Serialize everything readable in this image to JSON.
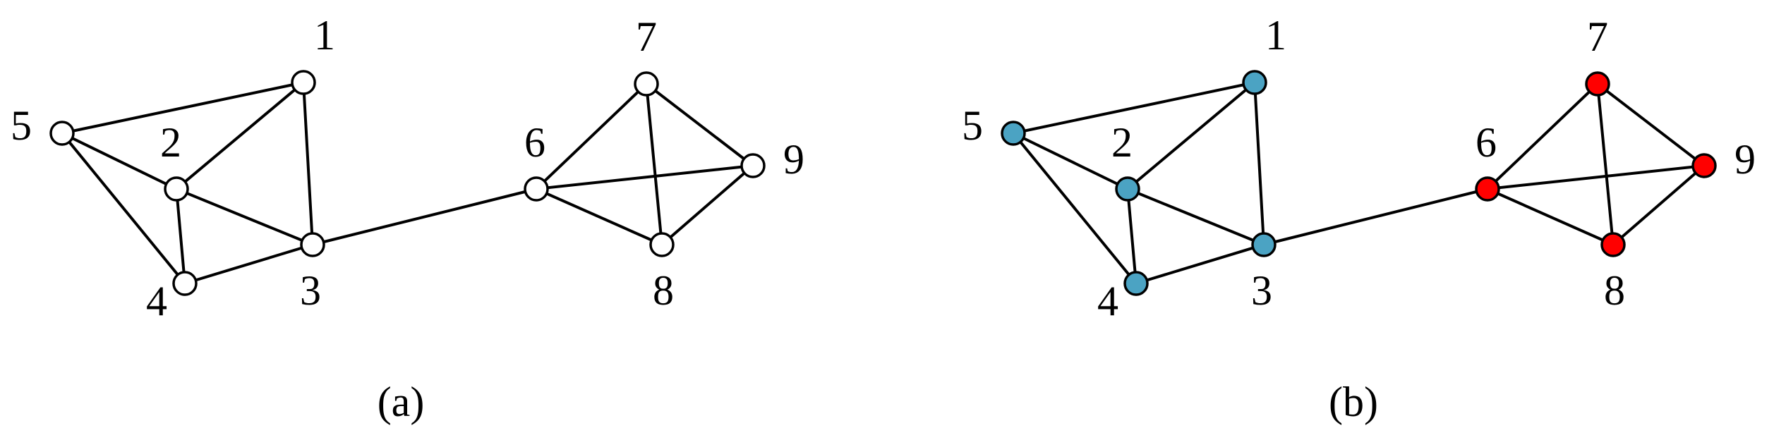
{
  "panels": [
    {
      "id": "a",
      "caption": "(a)",
      "nodes": [
        {
          "id": "1",
          "label": "1",
          "color": "#ffffff"
        },
        {
          "id": "2",
          "label": "2",
          "color": "#ffffff"
        },
        {
          "id": "3",
          "label": "3",
          "color": "#ffffff"
        },
        {
          "id": "4",
          "label": "4",
          "color": "#ffffff"
        },
        {
          "id": "5",
          "label": "5",
          "color": "#ffffff"
        },
        {
          "id": "6",
          "label": "6",
          "color": "#ffffff"
        },
        {
          "id": "7",
          "label": "7",
          "color": "#ffffff"
        },
        {
          "id": "8",
          "label": "8",
          "color": "#ffffff"
        },
        {
          "id": "9",
          "label": "9",
          "color": "#ffffff"
        }
      ]
    },
    {
      "id": "b",
      "caption": "(b)",
      "nodes": [
        {
          "id": "1",
          "label": "1",
          "color": "#4ba3c3"
        },
        {
          "id": "2",
          "label": "2",
          "color": "#4ba3c3"
        },
        {
          "id": "3",
          "label": "3",
          "color": "#4ba3c3"
        },
        {
          "id": "4",
          "label": "4",
          "color": "#4ba3c3"
        },
        {
          "id": "5",
          "label": "5",
          "color": "#4ba3c3"
        },
        {
          "id": "6",
          "label": "6",
          "color": "#ff0000"
        },
        {
          "id": "7",
          "label": "7",
          "color": "#ff0000"
        },
        {
          "id": "8",
          "label": "8",
          "color": "#ff0000"
        },
        {
          "id": "9",
          "label": "9",
          "color": "#ff0000"
        }
      ]
    }
  ],
  "edges": [
    [
      "5",
      "1"
    ],
    [
      "5",
      "2"
    ],
    [
      "5",
      "4"
    ],
    [
      "1",
      "2"
    ],
    [
      "1",
      "3"
    ],
    [
      "2",
      "3"
    ],
    [
      "2",
      "4"
    ],
    [
      "4",
      "3"
    ],
    [
      "3",
      "6"
    ],
    [
      "6",
      "7"
    ],
    [
      "6",
      "9"
    ],
    [
      "6",
      "8"
    ],
    [
      "7",
      "8"
    ],
    [
      "7",
      "9"
    ],
    [
      "9",
      "8"
    ]
  ]
}
